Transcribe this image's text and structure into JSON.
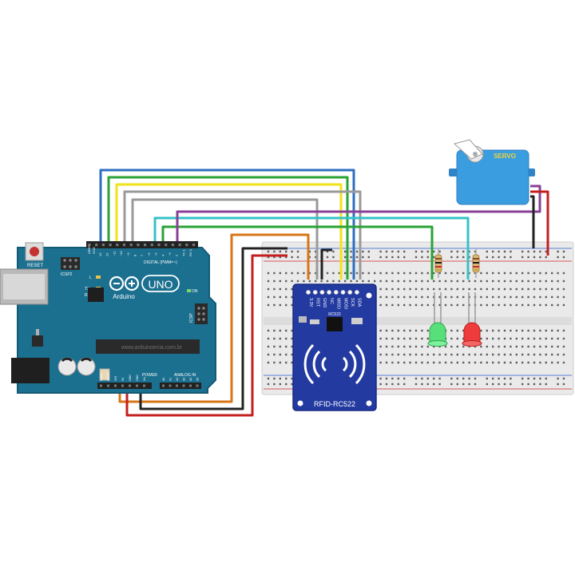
{
  "arduino": {
    "reset_label": "RESET",
    "icsp2_label": "ICSP2",
    "icsp_label": "ICSP",
    "aref_label": "AREF",
    "gnd_label": "GND",
    "digital_pins": [
      "13",
      "12",
      "~11",
      "~10",
      "~9",
      "8",
      "7",
      "~6",
      "~5",
      "4",
      "~3",
      "2",
      "TX 1",
      "RX 0"
    ],
    "digital_label": "DIGITAL (PWM=~)",
    "l_label": "L",
    "tx_label": "TX",
    "rx_label": "RX",
    "on_label": "ON",
    "brand_uno": "UNO",
    "brand_name": "Arduino",
    "website": "www.arduinoecia.com.br",
    "power_label": "POWER",
    "analog_label": "ANALOG IN",
    "power_pins": [
      "IOREF",
      "RESET",
      "3V3",
      "5V",
      "GND",
      "GND",
      "Vin"
    ],
    "analog_pins": [
      "A0",
      "A1",
      "A2",
      "A3",
      "A4",
      "A5"
    ]
  },
  "rfid": {
    "pins": [
      "3.3V",
      "RST",
      "GND",
      "NC",
      "MISO",
      "MOSI",
      "SCK",
      "SDA"
    ],
    "chip_label": "RC522",
    "module_label": "RFID-RC522"
  },
  "servo": {
    "label": "SERVO"
  },
  "colors": {
    "board": "#1b6f8f",
    "rfid": "#233aa0",
    "servo": "#3a9de0",
    "wire_blue": "#2c6fc0",
    "wire_green": "#2aa335",
    "wire_yellow": "#f2e21a",
    "wire_gray": "#9a9a9a",
    "wire_cyan": "#36c2c7",
    "wire_purple": "#8a3f97",
    "wire_orange": "#d77518",
    "wire_red": "#c41f1f",
    "wire_black": "#222222",
    "led_green": "#57e07a",
    "led_red": "#ef3b3b"
  }
}
